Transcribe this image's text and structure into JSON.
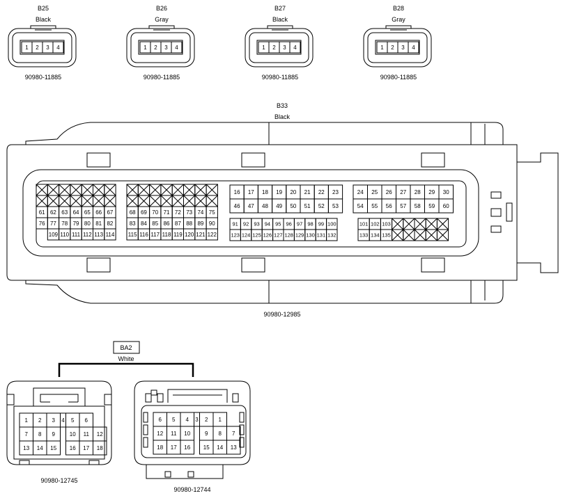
{
  "small_connectors": [
    {
      "code": "B25",
      "color": "Black",
      "pins": [
        "1",
        "2",
        "3",
        "4"
      ],
      "part": "90980-11885"
    },
    {
      "code": "B26",
      "color": "Gray",
      "pins": [
        "1",
        "2",
        "3",
        "4"
      ],
      "part": "90980-11885"
    },
    {
      "code": "B27",
      "color": "Black",
      "pins": [
        "1",
        "2",
        "3",
        "4"
      ],
      "part": "90980-11885"
    },
    {
      "code": "B28",
      "color": "Gray",
      "pins": [
        "1",
        "2",
        "3",
        "4"
      ],
      "part": "90980-11885"
    }
  ],
  "ecu": {
    "code": "B33",
    "color": "Black",
    "part": "90980-12985",
    "block1": {
      "rows": [
        [
          "x",
          "x",
          "x",
          "x",
          "x",
          "x",
          "x"
        ],
        [
          "x",
          "x",
          "x",
          "x",
          "x",
          "x",
          "x"
        ],
        [
          "61",
          "62",
          "63",
          "64",
          "65",
          "66",
          "67"
        ],
        [
          "76",
          "77",
          "78",
          "79",
          "80",
          "81",
          "82"
        ],
        [
          "",
          "109",
          "110",
          "111",
          "112",
          "113",
          "114"
        ]
      ]
    },
    "block2": {
      "rows": [
        [
          "x",
          "x",
          "x",
          "x",
          "x",
          "x",
          "x",
          "x"
        ],
        [
          "x",
          "x",
          "x",
          "x",
          "x",
          "x",
          "x",
          "x"
        ],
        [
          "68",
          "69",
          "70",
          "71",
          "72",
          "73",
          "74",
          "75"
        ],
        [
          "83",
          "84",
          "85",
          "86",
          "87",
          "88",
          "89",
          "90"
        ],
        [
          "115",
          "116",
          "117",
          "118",
          "119",
          "120",
          "121",
          "122"
        ]
      ]
    },
    "block3a": {
      "rows": [
        [
          "16",
          "17",
          "18",
          "19",
          "20",
          "21",
          "22",
          "23"
        ],
        [
          "46",
          "47",
          "48",
          "49",
          "50",
          "51",
          "52",
          "53"
        ]
      ]
    },
    "block3b": {
      "rows": [
        [
          "91",
          "92",
          "93",
          "94",
          "95",
          "96",
          "97",
          "98",
          "99",
          "100"
        ],
        [
          "123",
          "124",
          "125",
          "126",
          "127",
          "128",
          "129",
          "130",
          "131",
          "132"
        ]
      ]
    },
    "block4a": {
      "rows": [
        [
          "24",
          "25",
          "26",
          "27",
          "28",
          "29",
          "30"
        ],
        [
          "54",
          "55",
          "56",
          "57",
          "58",
          "59",
          "60"
        ]
      ]
    },
    "block4b": {
      "rows": [
        [
          "101",
          "102",
          "103",
          "x",
          "x",
          "x",
          "x",
          "x"
        ],
        [
          "133",
          "134",
          "135",
          "x",
          "x",
          "x",
          "x",
          "x"
        ]
      ]
    }
  },
  "ba2": {
    "code": "BA2",
    "color": "White",
    "left": {
      "part": "90980-12745",
      "rows": [
        [
          "1",
          "2",
          "3",
          "4",
          "5",
          "6"
        ],
        [
          "7",
          "8",
          "9",
          "",
          "10",
          "11",
          "12"
        ],
        [
          "13",
          "14",
          "15",
          "",
          "16",
          "17",
          "18"
        ]
      ]
    },
    "right": {
      "part": "90980-12744",
      "rows": [
        [
          "6",
          "5",
          "4",
          "3",
          "2",
          "1"
        ],
        [
          "12",
          "11",
          "10",
          "",
          "9",
          "8",
          "7"
        ],
        [
          "18",
          "17",
          "16",
          "",
          "15",
          "14",
          "13"
        ]
      ]
    }
  }
}
